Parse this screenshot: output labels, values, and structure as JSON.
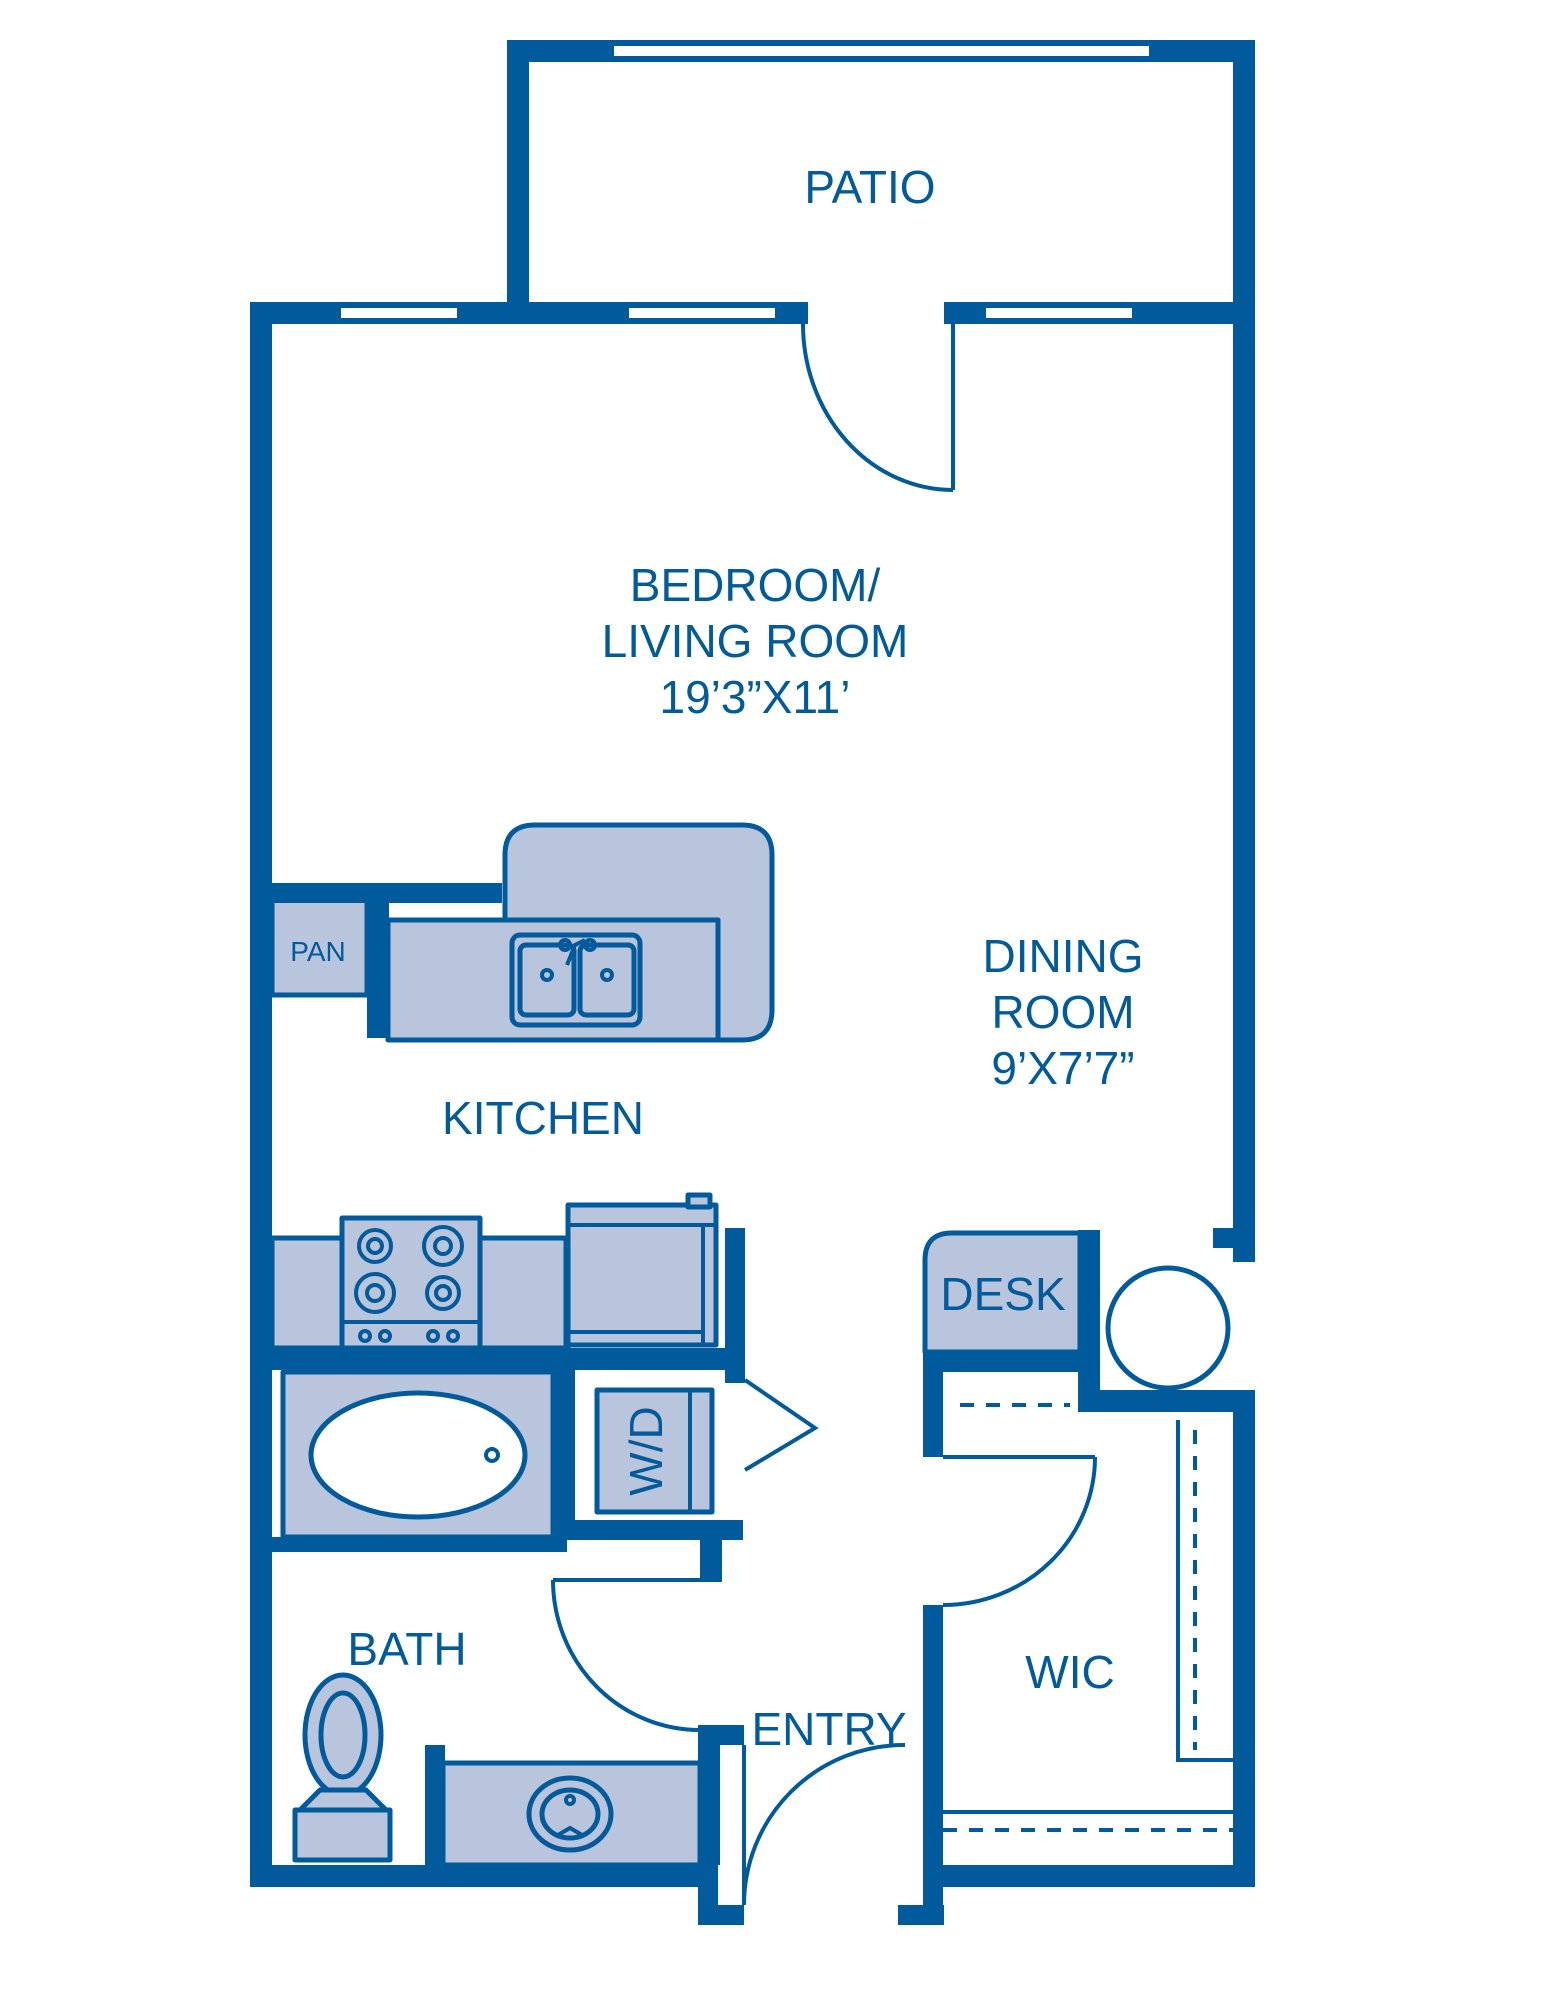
{
  "colors": {
    "wall": "#005a9c",
    "fixture": "#b9c5dc",
    "background": "#ffffff"
  },
  "labels": {
    "patio": "PATIO",
    "bedroom_line1": "BEDROOM/",
    "bedroom_line2": "LIVING ROOM",
    "bedroom_size": "19’3”X11’",
    "dining_line1": "DINING",
    "dining_line2": "ROOM",
    "dining_size": "9’X7’7”",
    "kitchen": "KITCHEN",
    "pantry": "PAN",
    "desk": "DESK",
    "washer_dryer": "W/D",
    "bath": "BATH",
    "entry": "ENTRY",
    "closet": "WIC"
  }
}
